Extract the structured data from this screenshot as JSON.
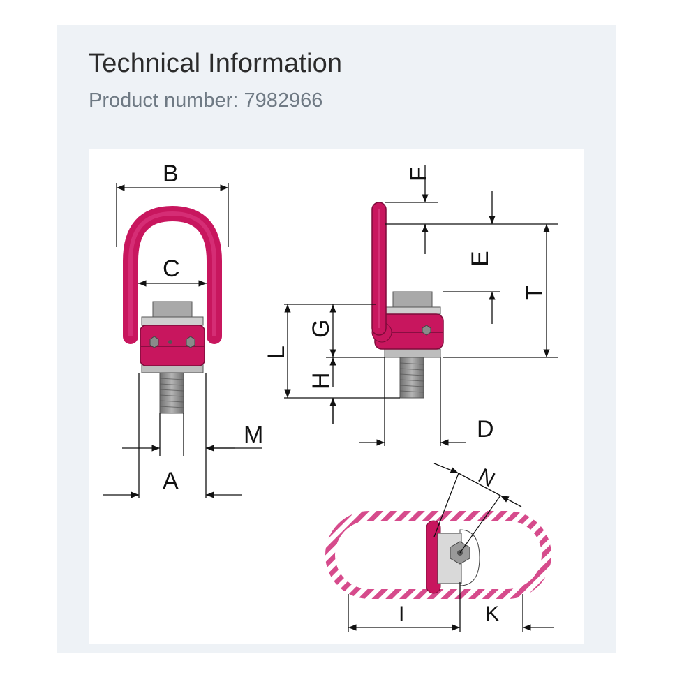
{
  "page": {
    "title": "Technical Information",
    "product_number": "Product number: 7982966"
  },
  "diagram": {
    "labels": {
      "A": "A",
      "B": "B",
      "C": "C",
      "D": "D",
      "E": "E",
      "F": "F",
      "G": "G",
      "H": "H",
      "I": "I",
      "K": "K",
      "L": "L",
      "M": "M",
      "N": "N",
      "T": "T"
    },
    "colors": {
      "ring": "#c8165e",
      "ring_light": "#e04288",
      "hatch": "#d64b8c",
      "bolt": "#8c8c8c",
      "line": "#111111"
    }
  }
}
